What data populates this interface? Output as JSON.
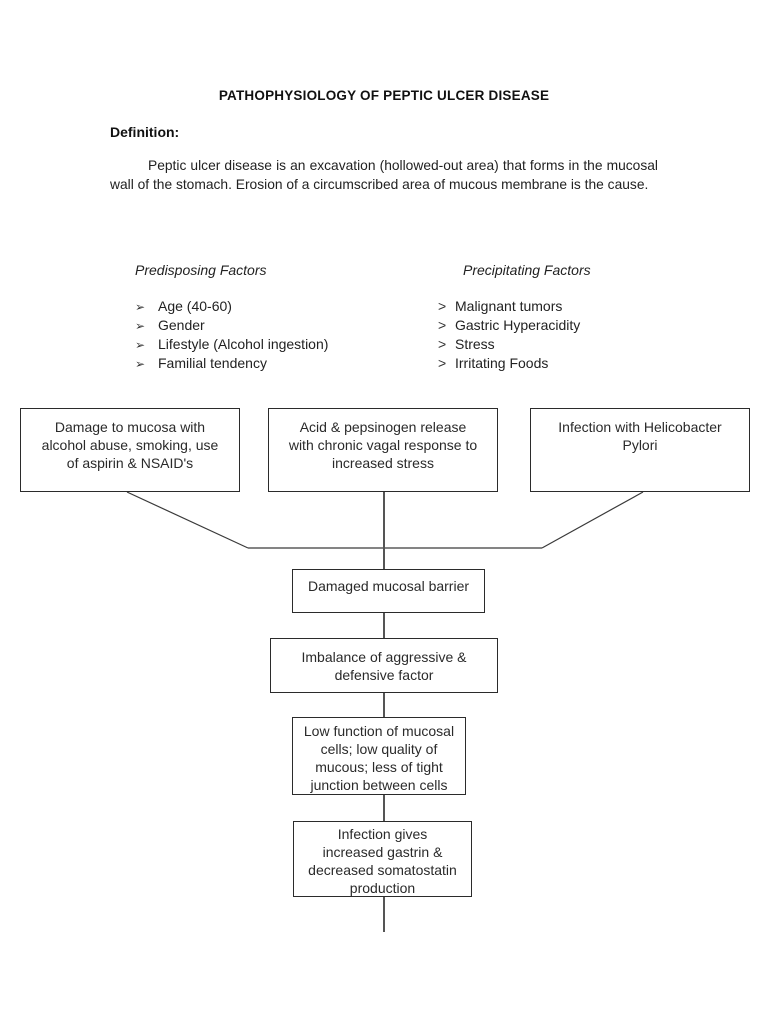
{
  "page": {
    "title": "PATHOPHYSIOLOGY OF PEPTIC ULCER DISEASE",
    "definition_heading": "Definition:",
    "definition_text": "Peptic ulcer disease is an excavation (hollowed-out area) that forms in the mucosal wall of the stomach. Erosion of a circumscribed area of mucous membrane is the cause."
  },
  "factors": {
    "predisposing": {
      "heading": "Predisposing Factors",
      "bullet": "➢",
      "items": [
        "Age (40-60)",
        "Gender",
        "Lifestyle (Alcohol ingestion)",
        "Familial tendency"
      ]
    },
    "precipitating": {
      "heading": "Precipitating Factors",
      "bullet": ">",
      "items": [
        "Malignant tumors",
        "Gastric Hyperacidity",
        "Stress",
        "Irritating Foods"
      ]
    }
  },
  "flowchart": {
    "causes": [
      "Damage to mucosa with\nalcohol abuse, smoking, use\nof aspirin & NSAID's",
      "Acid & pepsinogen release\nwith chronic vagal response to\nincreased stress",
      "Infection with Helicobacter\nPylori"
    ],
    "steps": [
      "Damaged mucosal barrier",
      "Imbalance of aggressive &\ndefensive factor",
      "Low function of mucosal\ncells; low quality of\nmucous; less of tight\njunction between cells",
      "Infection gives\nincreased gastrin &\ndecreased somatostatin\nproduction"
    ]
  },
  "colors": {
    "line": "#3a3a3a",
    "border": "#2b2b2b",
    "text": "#222222",
    "background": "#ffffff"
  }
}
